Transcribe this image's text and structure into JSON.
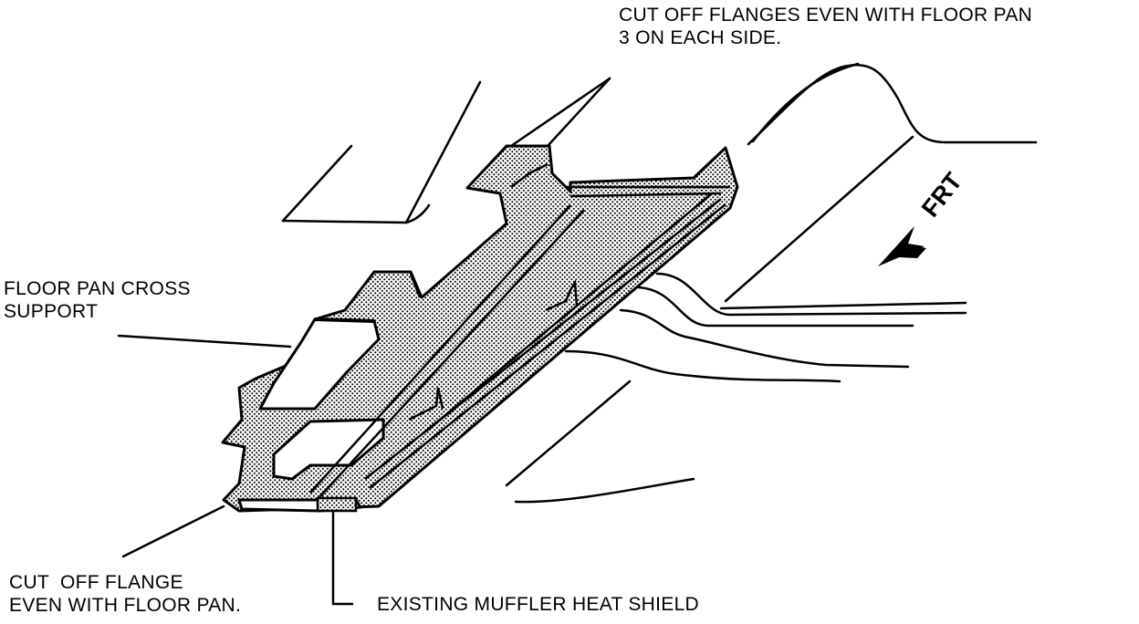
{
  "labels": {
    "flanges_top": [
      "CUT OFF FLANGES EVEN WITH FLOOR PAN",
      "3 ON EACH SIDE."
    ],
    "cross_support": [
      "FLOOR PAN CROSS",
      "SUPPORT"
    ],
    "cut_flange": [
      "CUT  OFF FLANGE",
      "EVEN WITH FLOOR PAN."
    ],
    "heat_shield": "EXISTING MUFFLER HEAT SHIELD",
    "direction": "FRT"
  },
  "icons": [
    "front-direction-arrow-icon"
  ],
  "colors": {
    "ink": "#000000",
    "background": "#ffffff"
  }
}
